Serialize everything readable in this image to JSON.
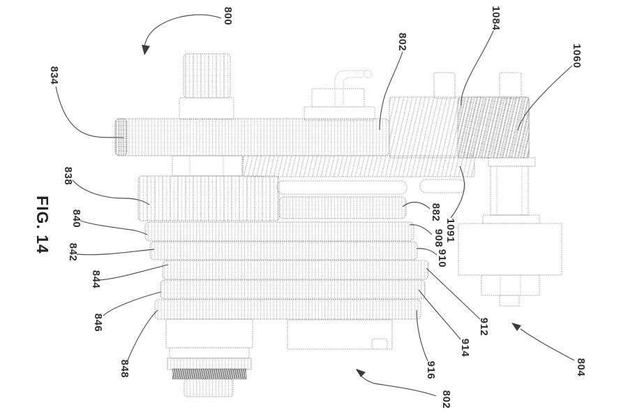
{
  "figure": {
    "caption": "FIG. 14"
  },
  "reference_numerals": {
    "r800": "800",
    "r802_top": "802",
    "r802_bottom": "802",
    "r804": "804",
    "r834": "834",
    "r838": "838",
    "r840": "840",
    "r842": "842",
    "r844": "844",
    "r846": "846",
    "r848": "848",
    "r882": "882",
    "r908": "908",
    "r910": "910",
    "r912": "912",
    "r914": "914",
    "r916": "916",
    "r1060": "1060",
    "r1084": "1084",
    "r1091": "1091"
  },
  "colors": {
    "line_gray": "#9c9c9c",
    "leader_dark": "#4a4a4a",
    "label_text": "#2d2d2d",
    "background": "#ffffff"
  }
}
